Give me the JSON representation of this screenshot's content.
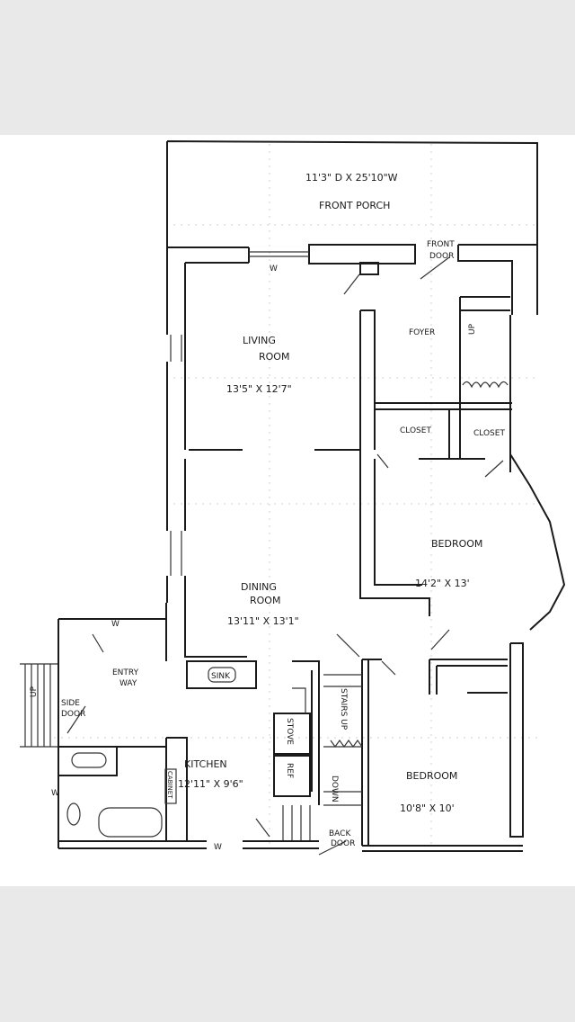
{
  "plan": {
    "porch_dims": "11'3\" D X 25'10\"W",
    "porch": "FRONT PORCH",
    "front_door": [
      "FRONT",
      "DOOR"
    ],
    "living_room": [
      "LIVING",
      "ROOM"
    ],
    "living_dims": "13'5\" X 12'7\"",
    "foyer": "FOYER",
    "foyer_up": "UP",
    "closet": "CLOSET",
    "bedroom": "BEDROOM",
    "bedroom1_dims": "14'2\" X 13'",
    "dining_room": [
      "DINING",
      "ROOM"
    ],
    "dining_dims": "13'11\" X 13'1\"",
    "entry_way": [
      "ENTRY",
      "WAY"
    ],
    "side_door": [
      "SIDE",
      "DOOR"
    ],
    "side_up": "UP",
    "sink": "SINK",
    "stairs_up": "STAIRS UP",
    "stove": "STOVE",
    "ref": "REF",
    "kitchen": "KITCHEN",
    "kitchen_dims": "12'11\" X 9'6\"",
    "cabinet": "CABINET",
    "down": "DOWN",
    "bedroom2_dims": "10'8\" X 10'",
    "back_door": [
      "BACK",
      "DOOR"
    ],
    "window": "W"
  }
}
